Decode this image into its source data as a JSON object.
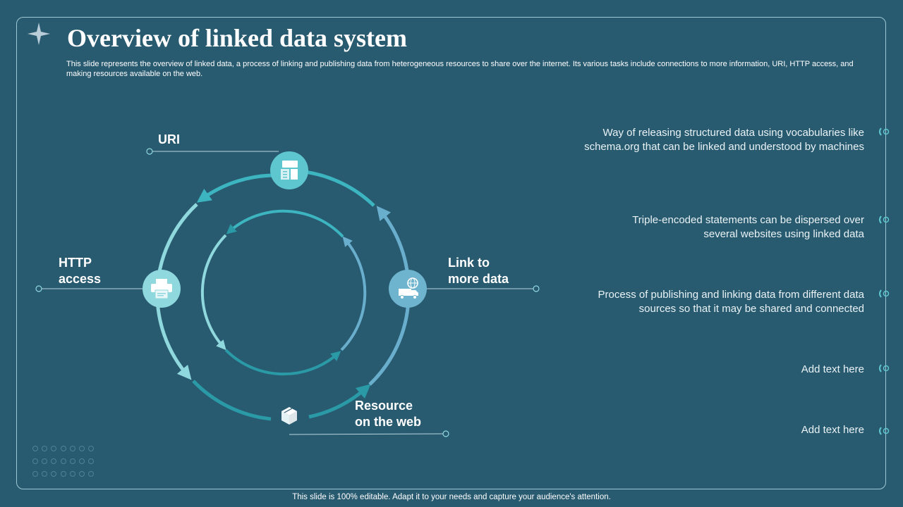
{
  "title": "Overview of linked data system",
  "subtitle": "This slide represents the overview of linked data, a process of linking and publishing data from heterogeneous resources to share over the internet. Its various tasks include connections to more information, URI, HTTP access, and making resources available on the web.",
  "nodes": {
    "uri": {
      "label": "URI",
      "icon": "server-files-icon"
    },
    "http": {
      "label": "HTTP\naccess",
      "icon": "printer-icon"
    },
    "link": {
      "label": "Link to\nmore data",
      "icon": "delivery-truck-globe-icon"
    },
    "resource": {
      "label": "Resource\non the web",
      "icon": "box-icon"
    }
  },
  "descriptions": [
    "Way of releasing structured data using vocabularies like schema.org that can be linked and understood by machines",
    "Triple-encoded statements can be dispersed over several websites using linked data",
    "Process of publishing and linking data from different data sources so that it may be shared and connected",
    "Add text here",
    "Add text here"
  ],
  "footer": "This slide is 100% editable. Adapt it to your needs and capture your audience's attention.",
  "colors": {
    "background": "#285a70",
    "node": "#5ec6cf",
    "node_right": "#6fb4cf",
    "arc_light": "#8fd8de",
    "arc_teal": "#2a9aa7",
    "arc_blue": "#6aaecd"
  }
}
